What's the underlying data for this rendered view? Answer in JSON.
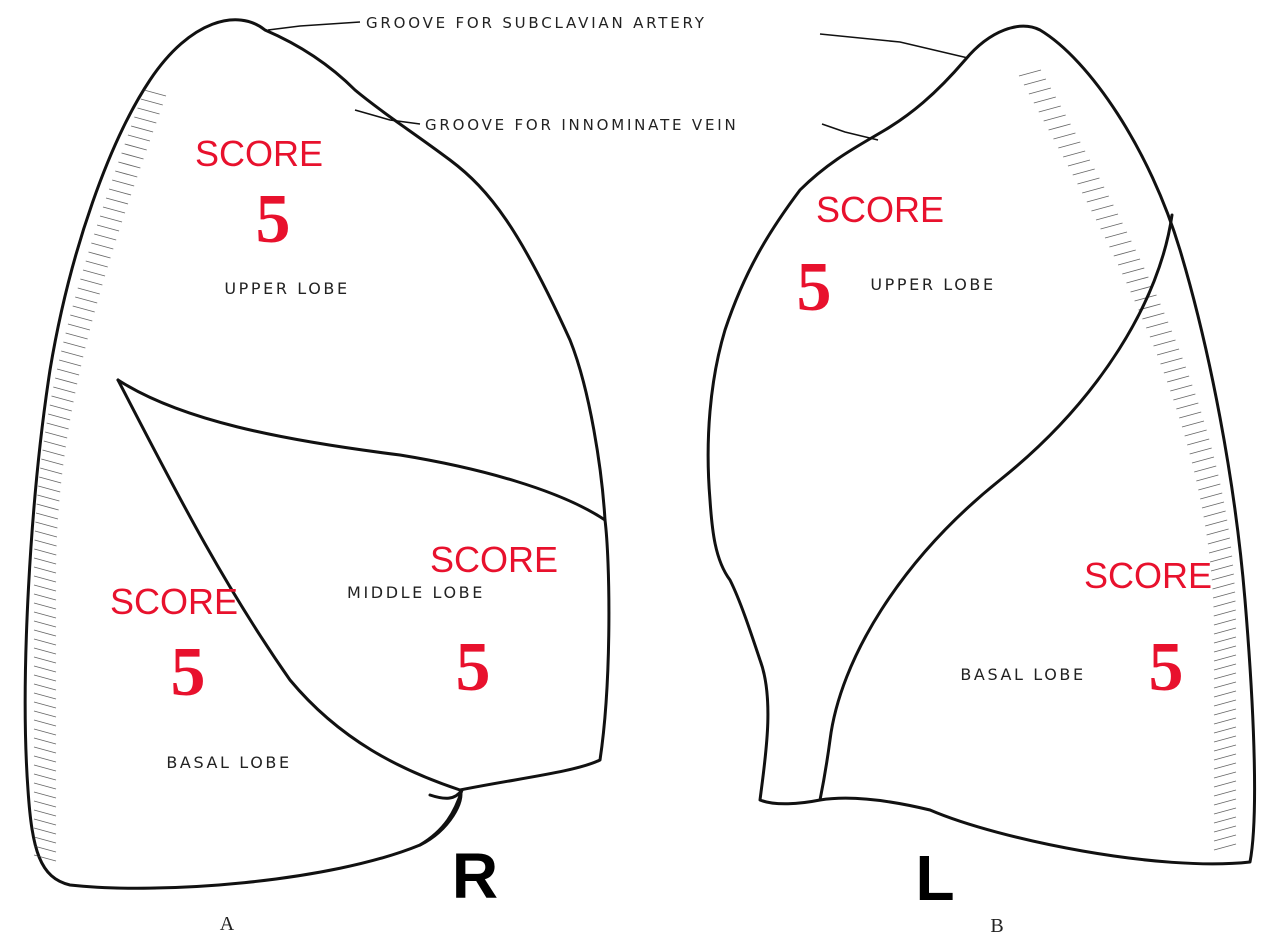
{
  "annotations": {
    "groove_subclavian": "GROOVE FOR SUBCLAVIAN ARTERY",
    "groove_innominate": "GROOVE FOR INNOMINATE VEIN"
  },
  "right_lung": {
    "side_label": "R",
    "figure_label": "A",
    "upper_lobe": {
      "label": "UPPER LOBE",
      "score_word": "SCORE",
      "score_value": "5"
    },
    "middle_lobe": {
      "label": "MIDDLE LOBE",
      "score_word": "SCORE",
      "score_value": "5"
    },
    "basal_lobe": {
      "label": "BASAL LOBE",
      "score_word": "SCORE",
      "score_value": "5"
    }
  },
  "left_lung": {
    "side_label": "L",
    "figure_label": "B",
    "upper_lobe": {
      "label": "UPPER LOBE",
      "score_word": "SCORE",
      "score_value": "5"
    },
    "basal_lobe": {
      "label": "BASAL LOBE",
      "score_word": "SCORE",
      "score_value": "5"
    }
  },
  "colors": {
    "score_red": "#e8112d",
    "outline": "#111111",
    "background": "#ffffff"
  }
}
